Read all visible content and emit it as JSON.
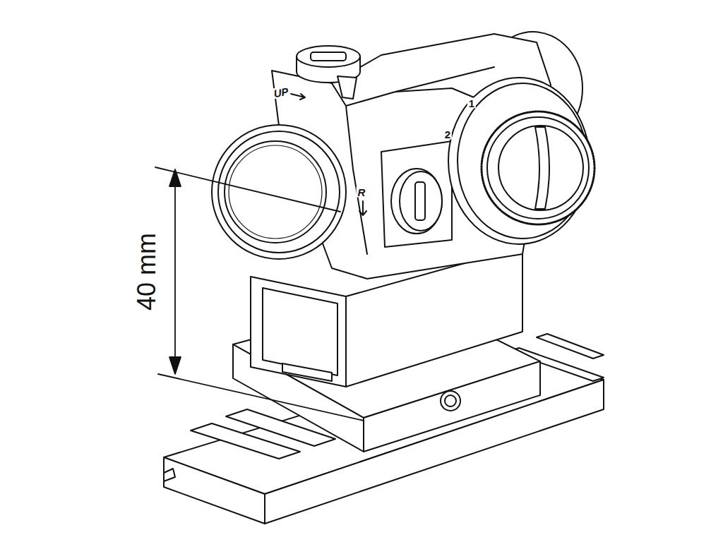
{
  "diagram": {
    "labels": [
      "40 mm",
      "UP",
      "R",
      "1",
      "2"
    ]
  }
}
